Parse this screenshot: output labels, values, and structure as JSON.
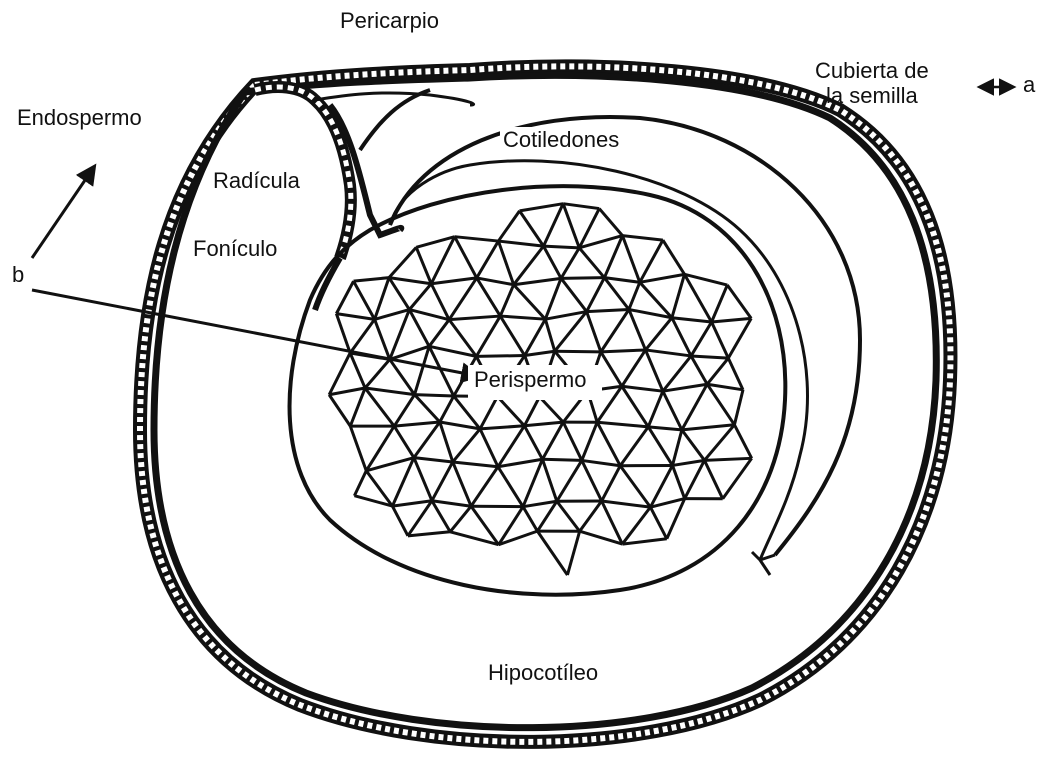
{
  "labels": {
    "pericarpio": "Pericarpio",
    "cubierta_line1": "Cubierta de",
    "cubierta_line2": "la semilla",
    "a": "a",
    "endospermo": "Endospermo",
    "cotiledones": "Cotiledones",
    "radicula": "Radícula",
    "foniculo": "Fonículo",
    "b": "b",
    "perispermo": "Perispermo",
    "hipocotileo": "Hipocotíleo"
  },
  "colors": {
    "ink": "#111111",
    "background": "#ffffff"
  }
}
